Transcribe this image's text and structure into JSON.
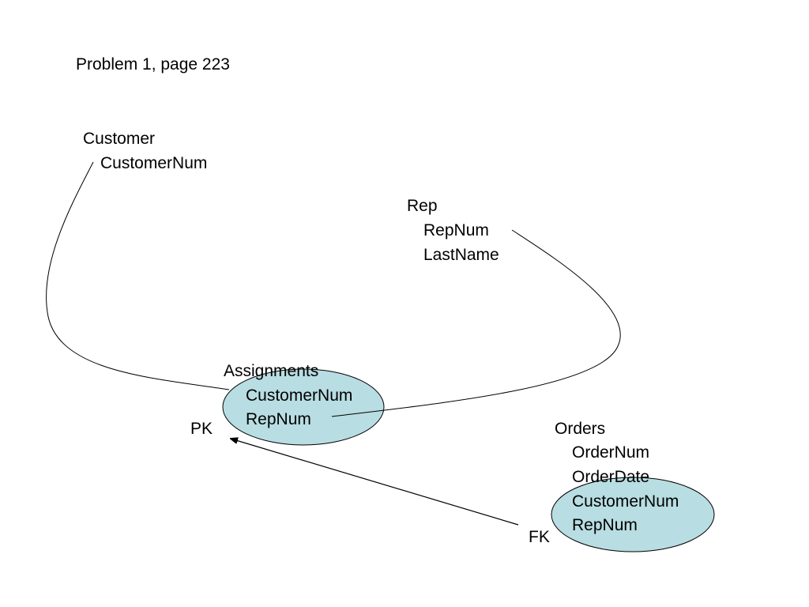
{
  "title": "Problem 1, page 223",
  "colors": {
    "highlight_fill": "#b8dde2",
    "line": "#000000"
  },
  "entities": {
    "customer": {
      "name": "Customer",
      "fields": [
        "CustomerNum"
      ]
    },
    "rep": {
      "name": "Rep",
      "fields": [
        "RepNum",
        "LastName"
      ]
    },
    "assignments": {
      "name": "Assignments",
      "fields": [
        "CustomerNum",
        "RepNum"
      ]
    },
    "orders": {
      "name": "Orders",
      "fields": [
        "OrderNum",
        "OrderDate",
        "CustomerNum",
        "RepNum"
      ]
    }
  },
  "labels": {
    "pk": "PK",
    "fk": "FK"
  }
}
